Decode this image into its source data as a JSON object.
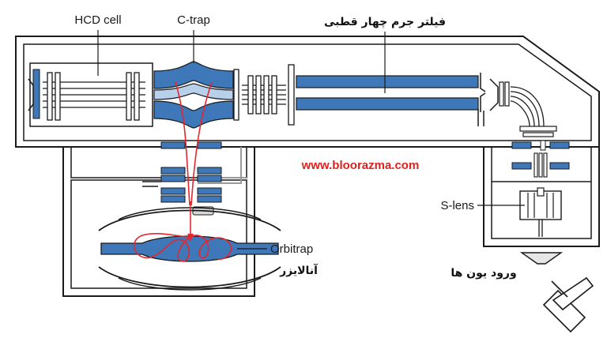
{
  "diagram": {
    "labels": {
      "hcd_cell": "HCD cell",
      "c_trap": "C-trap",
      "quad_filter": "فیلتر جرم چهار قطبی",
      "website": "www.bloorazma.com",
      "s_lens": "S-lens",
      "orbitrap": "Orbitrap",
      "analyzer": "آنالایزر",
      "ion_entry": "ورود یون ها"
    },
    "colors": {
      "electrode": "#3f78b8",
      "electrode_light": "#b9d0ea",
      "ion_path": "#e5262e",
      "watermark": "#e0201c",
      "line": "#1a1a1a"
    }
  }
}
